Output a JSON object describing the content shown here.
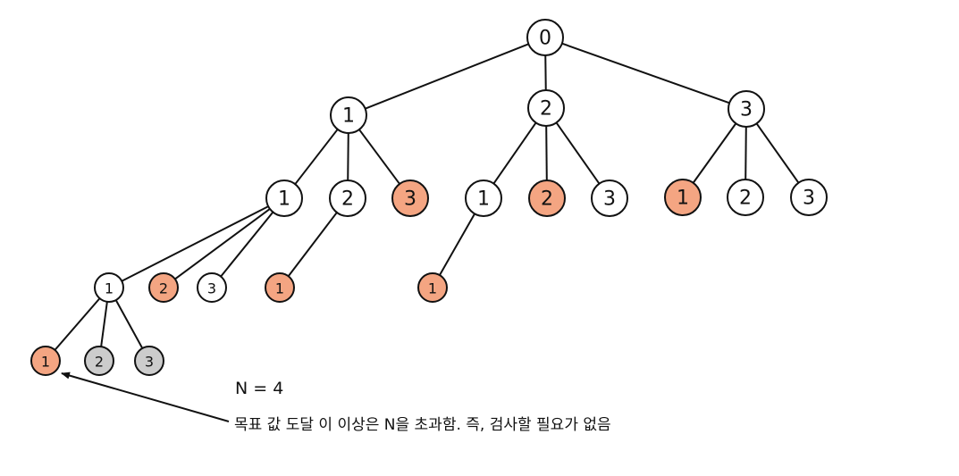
{
  "colors": {
    "default": "#ffffff",
    "highlight": "#f4a582",
    "pruned": "#cccccc",
    "stroke": "#111111"
  },
  "nodes": [
    {
      "id": "root",
      "label": "0",
      "state": "default"
    },
    {
      "id": "a1",
      "label": "1",
      "state": "default"
    },
    {
      "id": "a2",
      "label": "2",
      "state": "default"
    },
    {
      "id": "a3",
      "label": "3",
      "state": "default"
    },
    {
      "id": "b11",
      "label": "1",
      "state": "default"
    },
    {
      "id": "b12",
      "label": "2",
      "state": "default"
    },
    {
      "id": "b13",
      "label": "3",
      "state": "highlight"
    },
    {
      "id": "b21",
      "label": "1",
      "state": "default"
    },
    {
      "id": "b22",
      "label": "2",
      "state": "highlight"
    },
    {
      "id": "b23",
      "label": "3",
      "state": "default"
    },
    {
      "id": "b31",
      "label": "1",
      "state": "highlight"
    },
    {
      "id": "b32",
      "label": "2",
      "state": "default"
    },
    {
      "id": "b33",
      "label": "3",
      "state": "default"
    },
    {
      "id": "c111",
      "label": "1",
      "state": "default"
    },
    {
      "id": "c112",
      "label": "2",
      "state": "highlight"
    },
    {
      "id": "c113",
      "label": "3",
      "state": "default"
    },
    {
      "id": "c121",
      "label": "1",
      "state": "highlight"
    },
    {
      "id": "c211",
      "label": "1",
      "state": "highlight"
    },
    {
      "id": "d1",
      "label": "1",
      "state": "highlight"
    },
    {
      "id": "d2",
      "label": "2",
      "state": "pruned"
    },
    {
      "id": "d3",
      "label": "3",
      "state": "pruned"
    }
  ],
  "edges": [
    [
      "root",
      "a1"
    ],
    [
      "root",
      "a2"
    ],
    [
      "root",
      "a3"
    ],
    [
      "a1",
      "b11"
    ],
    [
      "a1",
      "b12"
    ],
    [
      "a1",
      "b13"
    ],
    [
      "a2",
      "b21"
    ],
    [
      "a2",
      "b22"
    ],
    [
      "a2",
      "b23"
    ],
    [
      "a3",
      "b31"
    ],
    [
      "a3",
      "b32"
    ],
    [
      "a3",
      "b33"
    ],
    [
      "b11",
      "c111"
    ],
    [
      "b11",
      "c112"
    ],
    [
      "b11",
      "c113"
    ],
    [
      "b12",
      "c121"
    ],
    [
      "b21",
      "c211"
    ],
    [
      "c111",
      "d1"
    ],
    [
      "c111",
      "d2"
    ],
    [
      "c111",
      "d3"
    ]
  ],
  "annotation": {
    "n_label": "N = 4",
    "description": "목표 값 도달 이 이상은 N을 초과함. 즉, 검사할 필요가 없음"
  }
}
